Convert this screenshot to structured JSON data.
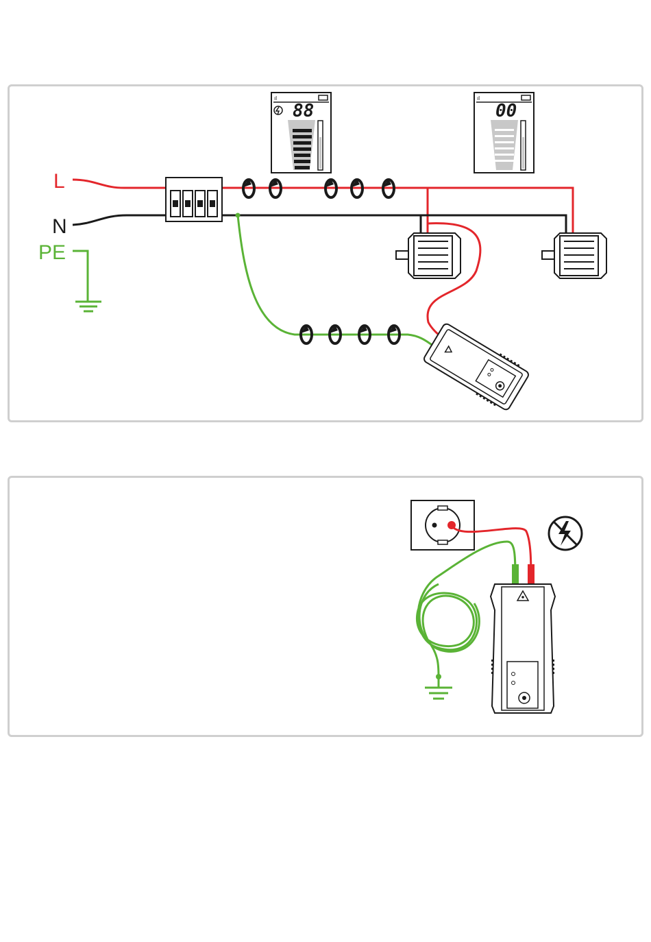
{
  "colors": {
    "live": "#e3262b",
    "neutral": "#1a1a1a",
    "earth": "#5ab336",
    "panel_border": "#cfcfcf",
    "display_gray": "#c8c8c8"
  },
  "top_diagram": {
    "conductor_labels": {
      "live": "L",
      "neutral": "N",
      "earth": "PE"
    },
    "receiver_display_1": {
      "readout": "88",
      "icons": [
        "signal-icon",
        "battery-icon",
        "lightning-icon"
      ]
    },
    "receiver_display_2": {
      "readout": "00",
      "icons": [
        "signal-icon",
        "battery-icon"
      ]
    },
    "devices": [
      "circuit-breaker",
      "motor",
      "motor",
      "transmitter"
    ]
  },
  "bottom_diagram": {
    "devices": [
      "socket",
      "transmitter",
      "earth-ground"
    ],
    "warning_icon": "no-voltage-icon"
  }
}
